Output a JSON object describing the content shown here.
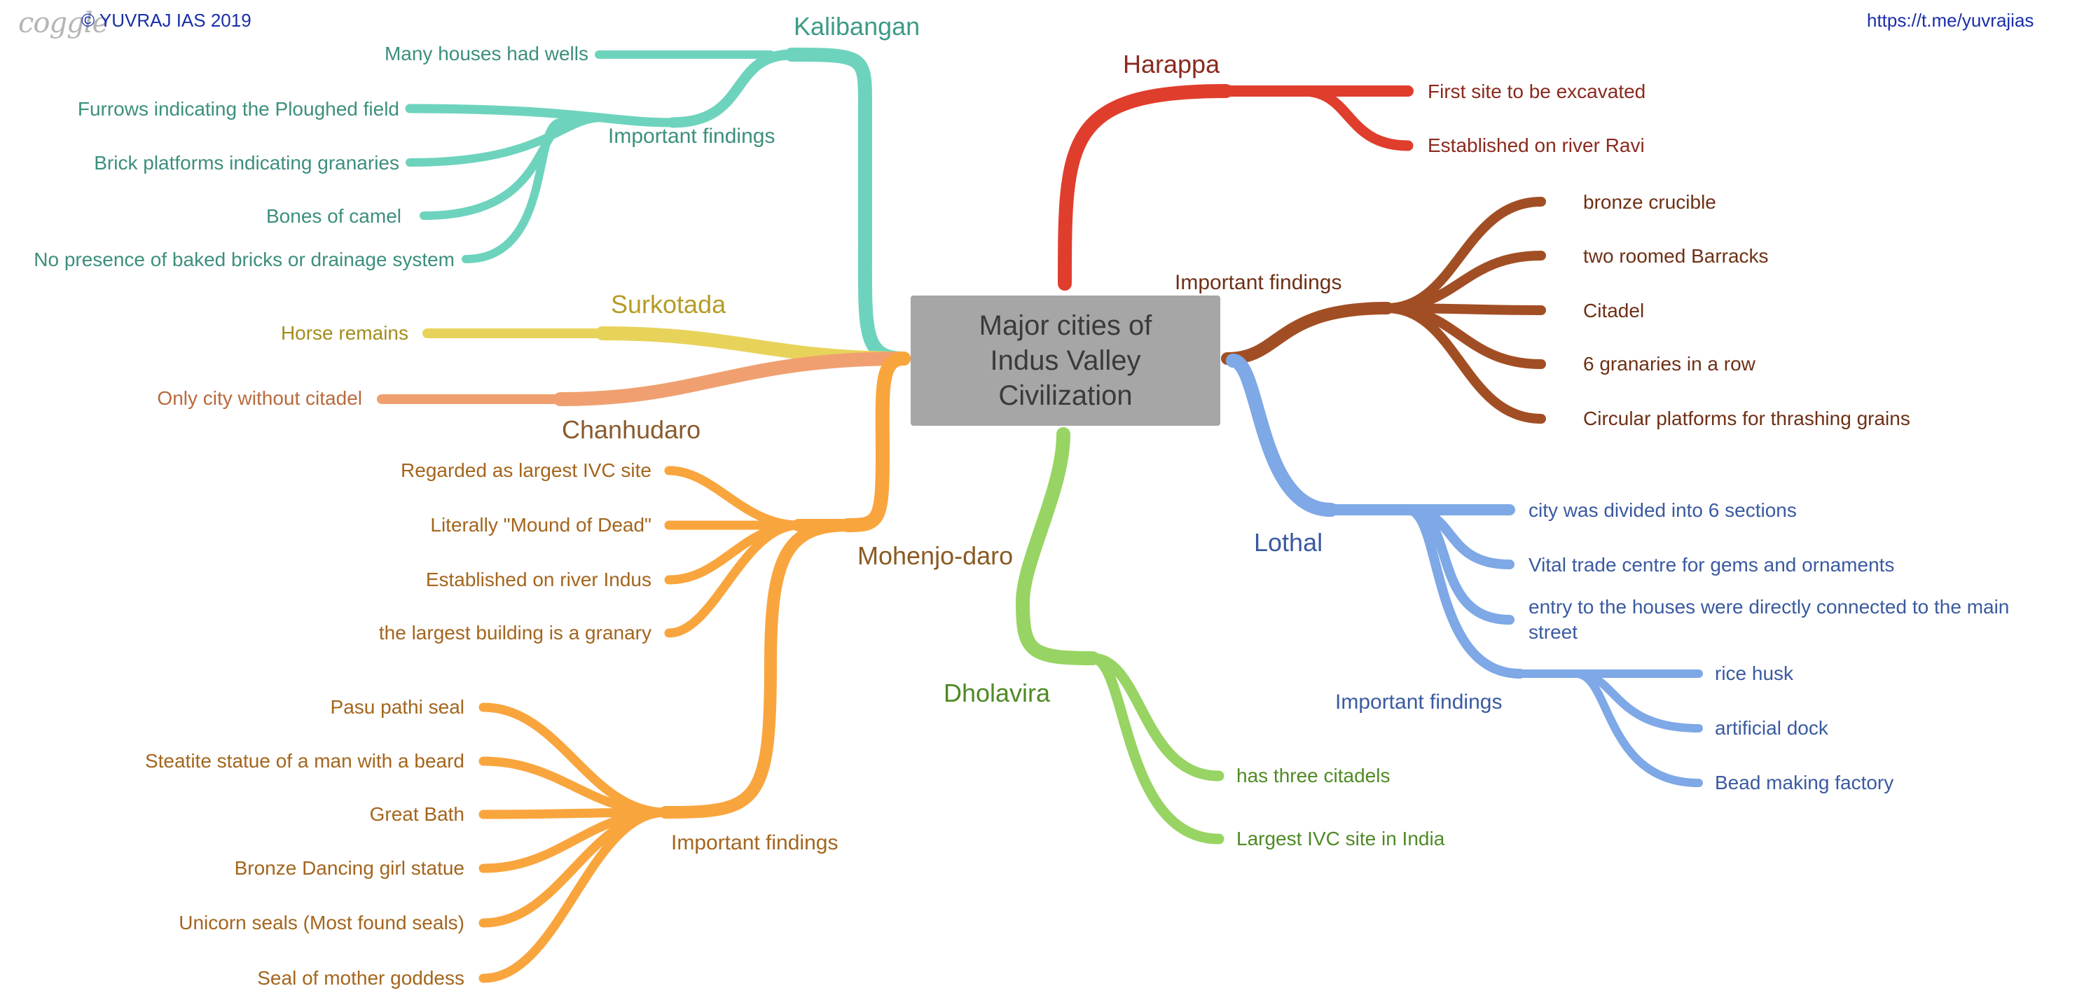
{
  "header": {
    "brand": "coggle",
    "copyright": "© YUVRAJ IAS 2019",
    "link": "https://t.me/yuvrajias"
  },
  "center": {
    "title": "Major cities of\nIndus Valley\nCivilization"
  },
  "colors": {
    "kalibangan": "#6ed3bd",
    "surkotada": "#e8d35a",
    "chanhudaro": "#f0a070",
    "mohenjo": "#f9a53d",
    "harappa": "#e03e2d",
    "findings": "#a24e24",
    "lothal": "#7ea8e6",
    "dholavira": "#97d463",
    "center_box": "#a6a6a6"
  },
  "branches": {
    "kalibangan": {
      "title": "Kalibangan",
      "findings_label": "Important findings",
      "leaves": [
        "Many houses had wells",
        "Furrows indicating the Ploughed field",
        "Brick platforms indicating granaries",
        "Bones of camel",
        "No presence of baked bricks or drainage system"
      ]
    },
    "surkotada": {
      "title": "Surkotada",
      "leaves": [
        "Horse remains"
      ]
    },
    "chanhudaro": {
      "title": "Chanhudaro",
      "leaves": [
        "Only city without citadel"
      ]
    },
    "mohenjo": {
      "title": "Mohenjo-daro",
      "leaves": [
        "Regarded as largest IVC site",
        "Literally \"Mound of Dead\"",
        "Established on river Indus",
        "the largest building is a granary"
      ],
      "findings_label": "Important findings",
      "findings": [
        "Pasu pathi seal",
        "Steatite statue of a man with a beard",
        "Great Bath",
        "Bronze Dancing girl statue",
        "Unicorn seals (Most found seals)",
        "Seal of mother goddess"
      ]
    },
    "harappa": {
      "title": "Harappa",
      "leaves": [
        "First site to be excavated",
        "Established on river Ravi"
      ],
      "findings_label": "Important findings",
      "findings": [
        "bronze crucible",
        "two roomed Barracks",
        "Citadel",
        "6 granaries in a row",
        "Circular platforms for thrashing grains"
      ]
    },
    "lothal": {
      "title": "Lothal",
      "leaves": [
        "city was divided into 6 sections",
        "Vital trade centre for gems and ornaments",
        "entry to the houses were directly connected to the main",
        "street"
      ],
      "findings_label": "Important findings",
      "findings": [
        "rice husk",
        "artificial dock",
        "Bead making factory"
      ]
    },
    "dholavira": {
      "title": "Dholavira",
      "leaves": [
        "has three citadels",
        "Largest IVC site in India"
      ]
    }
  }
}
